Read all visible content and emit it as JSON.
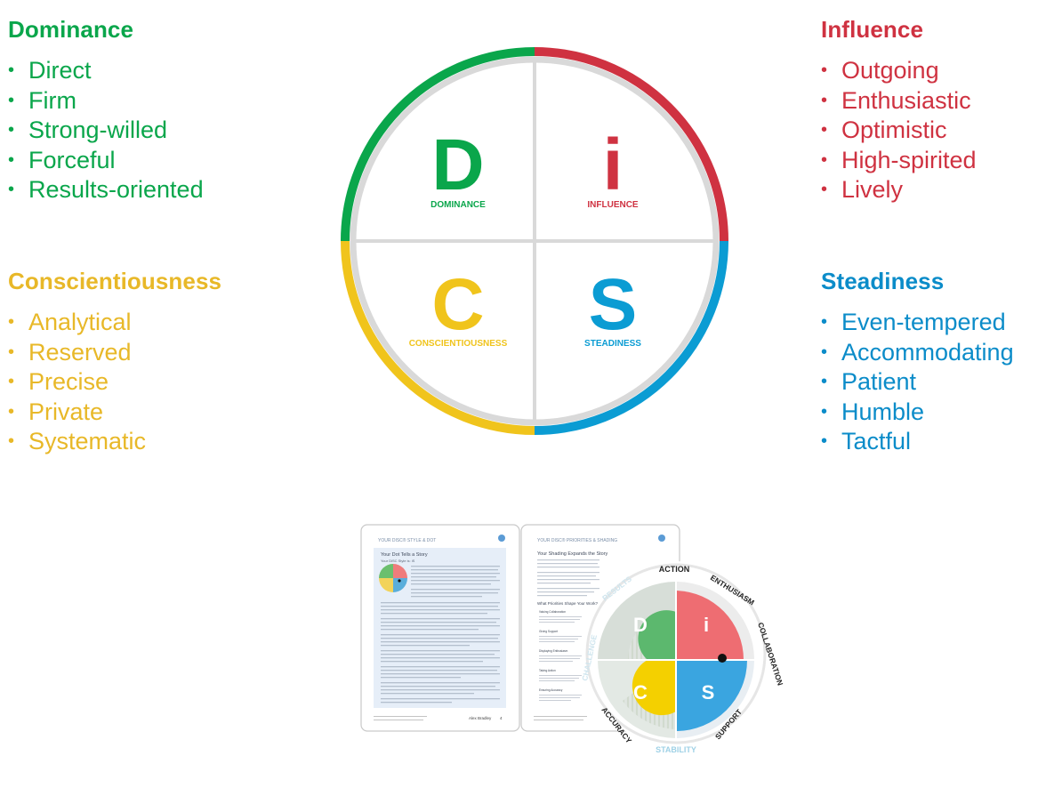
{
  "colors": {
    "dominance": "#0aa64b",
    "influence": "#cf3241",
    "conscientiousness": "#f0c41c",
    "steadiness": "#0b9cd3",
    "ring_gray": "#d6d6d6"
  },
  "traits": {
    "dominance": {
      "title": "Dominance",
      "items": [
        "Direct",
        "Firm",
        "Strong-willed",
        "Forceful",
        "Results-oriented"
      ]
    },
    "influence": {
      "title": "Influence",
      "items": [
        "Outgoing",
        "Enthusiastic",
        "Optimistic",
        "High-spirited",
        "Lively"
      ]
    },
    "conscientiousness": {
      "title": "Conscientiousness",
      "items": [
        "Analytical",
        "Reserved",
        "Precise",
        "Private",
        "Systematic"
      ]
    },
    "steadiness": {
      "title": "Steadiness",
      "items": [
        "Even-tempered",
        "Accommodating",
        "Patient",
        "Humble",
        "Tactful"
      ]
    }
  },
  "circle": {
    "d": {
      "letter": "D",
      "label": "DOMINANCE"
    },
    "i": {
      "letter": "i",
      "label": "INFLUENCE"
    },
    "c": {
      "letter": "C",
      "label": "CONSCIENTIOUSNESS"
    },
    "s": {
      "letter": "S",
      "label": "STEADINESS"
    }
  },
  "report": {
    "page1": {
      "header": "YOUR DISC® STYLE & DOT",
      "heading": "Your Dot Tells a Story",
      "subheading": "Your DiSC Style is: iS",
      "footer_name": "Alex Bradley",
      "page_number": "4"
    },
    "page2": {
      "header": "YOUR DISC® PRIORITIES & SHADING",
      "heading": "Your Shading Expands the Story",
      "subheading": "What Priorities Shape Your Work?",
      "priorities": [
        "Valuing Collaboration",
        "Giving Support",
        "Displaying Enthusiasm",
        "Taking Action",
        "Ensuring Accuracy"
      ]
    },
    "wheel": {
      "priorities": {
        "action": "ACTION",
        "enthusiasm": "ENTHUSIASM",
        "collaboration": "COLLABORATION",
        "support": "SUPPORT",
        "stability": "STABILITY",
        "accuracy": "ACCURACY",
        "challenge": "CHALLENGE",
        "results": "RESULTS"
      },
      "letters": {
        "d": "D",
        "i": "i",
        "c": "C",
        "s": "S"
      }
    }
  }
}
